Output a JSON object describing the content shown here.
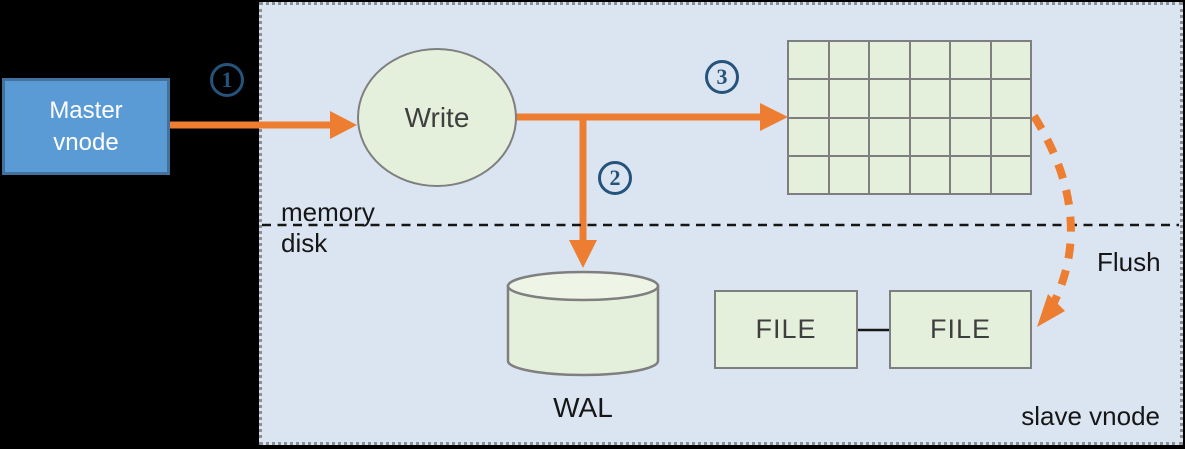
{
  "diagram": {
    "nodes": {
      "master_vnode": {
        "line1": "Master",
        "line2": "vnode"
      },
      "write": {
        "label": "Write"
      },
      "memtable_grid": {
        "rows": 4,
        "cols": 6
      },
      "wal": {
        "label": "WAL"
      },
      "file_left": {
        "label": "FILE"
      },
      "file_right": {
        "label": "FILE"
      }
    },
    "steps": {
      "one": "1",
      "two": "2",
      "three": "3"
    },
    "labels": {
      "memory": "memory",
      "disk": "disk",
      "flush": "Flush",
      "slave_vnode": "slave vnode"
    }
  },
  "colors": {
    "canvas_bg": "#000000",
    "panel_bg": "#dbe5f1",
    "panel_border": "#8a8f98",
    "node_green": "#e5f0dc",
    "node_green_top": "#eef5e7",
    "node_border_gray": "#7f7f7f",
    "master_blue": "#5b9bd5",
    "master_blue_border": "#41719c",
    "arrow_orange": "#ed7d31",
    "step_blue": "#24537b",
    "text_dark": "#3f3f3f",
    "text_black": "#161616"
  }
}
